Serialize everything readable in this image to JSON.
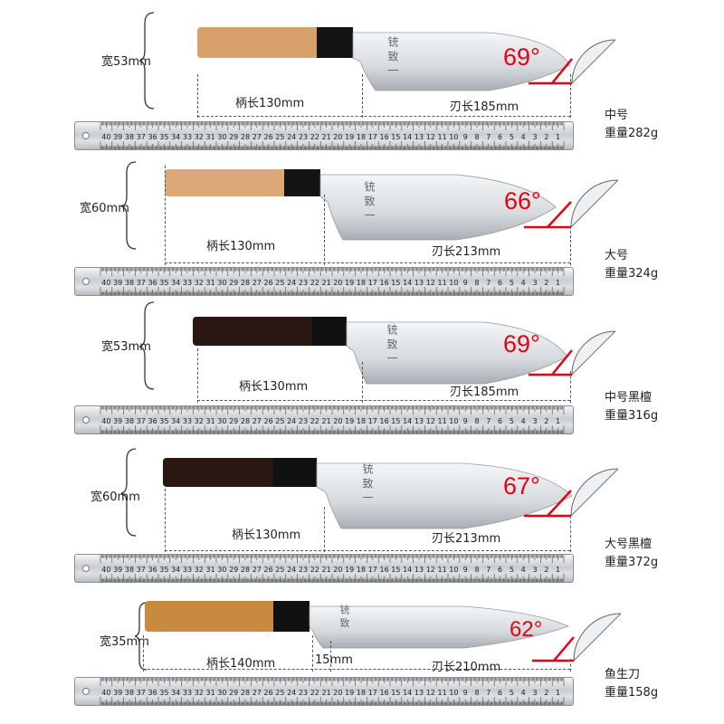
{
  "knives": [
    {
      "width_label": "宽53mm",
      "handle_label": "柄长130mm",
      "blade_label": "刃长185mm",
      "angle": "69°",
      "size_name": "中号",
      "weight": "重量282g",
      "handle_color": "#d8a06b",
      "brand_text": "铳 致 一"
    },
    {
      "width_label": "宽60mm",
      "handle_label": "柄长130mm",
      "blade_label": "刃长213mm",
      "angle": "66°",
      "size_name": "大号",
      "weight": "重量324g",
      "handle_color": "#dda877",
      "brand_text": "铳 致 一"
    },
    {
      "width_label": "宽53mm",
      "handle_label": "柄长130mm",
      "blade_label": "刃长185mm",
      "angle": "69°",
      "size_name": "中号黑檀",
      "weight": "重量316g",
      "handle_color": "#2a1714",
      "brand_text": "铳 致 一"
    },
    {
      "width_label": "宽60mm",
      "handle_label": "柄长130mm",
      "blade_label": "刃长213mm",
      "angle": "67°",
      "size_name": "大号黑檀",
      "weight": "重量372g",
      "handle_color": "#2a1714",
      "brand_text": "铳 致 一"
    },
    {
      "width_label": "宽35mm",
      "handle_label": "柄长140mm",
      "bolster_label": "15mm",
      "blade_label": "刃长210mm",
      "angle": "62°",
      "size_name": "鱼生刀",
      "weight": "重量158g",
      "handle_color": "#c88a3e",
      "brand_text": "铳 致"
    }
  ],
  "ruler_numbers": [
    "40",
    "39",
    "38",
    "37",
    "36",
    "35",
    "34",
    "33",
    "32",
    "31",
    "30",
    "29",
    "28",
    "27",
    "26",
    "25",
    "24",
    "23",
    "22",
    "21",
    "20",
    "19",
    "18",
    "17",
    "16",
    "15",
    "14",
    "13",
    "12",
    "11",
    "10",
    "9",
    "8",
    "7",
    "6",
    "5",
    "4",
    "3",
    "2",
    "1"
  ],
  "colors": {
    "accent_red": "#e60012",
    "steel": "#d9dde2"
  }
}
